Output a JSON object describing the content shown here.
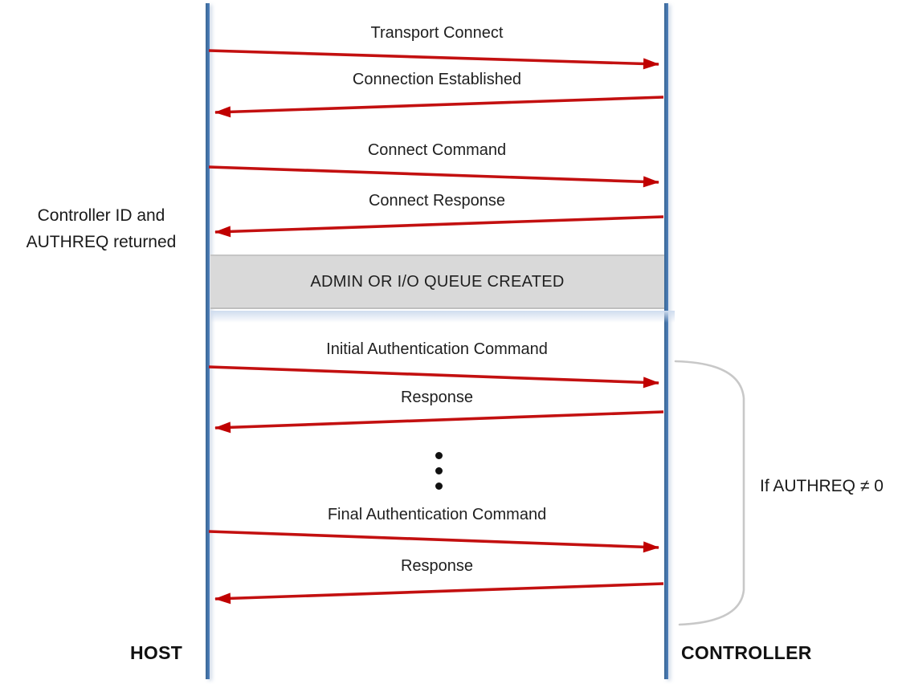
{
  "diagram": {
    "type": "sequence",
    "actors": [
      {
        "id": "host",
        "label": "HOST"
      },
      {
        "id": "controller",
        "label": "CONTROLLER"
      }
    ],
    "messages": [
      {
        "label": "Transport Connect",
        "from": "host",
        "to": "controller"
      },
      {
        "label": "Connection Established",
        "from": "controller",
        "to": "host"
      },
      {
        "label": "Connect Command",
        "from": "host",
        "to": "controller"
      },
      {
        "label": "Connect Response",
        "from": "controller",
        "to": "host"
      },
      {
        "label": "Initial Authentication Command",
        "from": "host",
        "to": "controller"
      },
      {
        "label": "Response",
        "from": "controller",
        "to": "host"
      },
      {
        "label": "Final Authentication Command",
        "from": "host",
        "to": "controller"
      },
      {
        "label": "Response",
        "from": "controller",
        "to": "host"
      }
    ],
    "band": {
      "label": "ADMIN OR I/O QUEUE CREATED"
    },
    "side_note": {
      "line1": "Controller ID and",
      "line2": "AUTHREQ returned"
    },
    "ellipsis": "⋮",
    "bracket": {
      "label": "If AUTHREQ ≠ 0"
    },
    "colors": {
      "arrow": "#c00000",
      "lifeline": "#4f81bd",
      "band_fill": "#d9d9d9",
      "bracket_stroke": "#c8c8c8",
      "text": "#1a1a1a"
    }
  }
}
